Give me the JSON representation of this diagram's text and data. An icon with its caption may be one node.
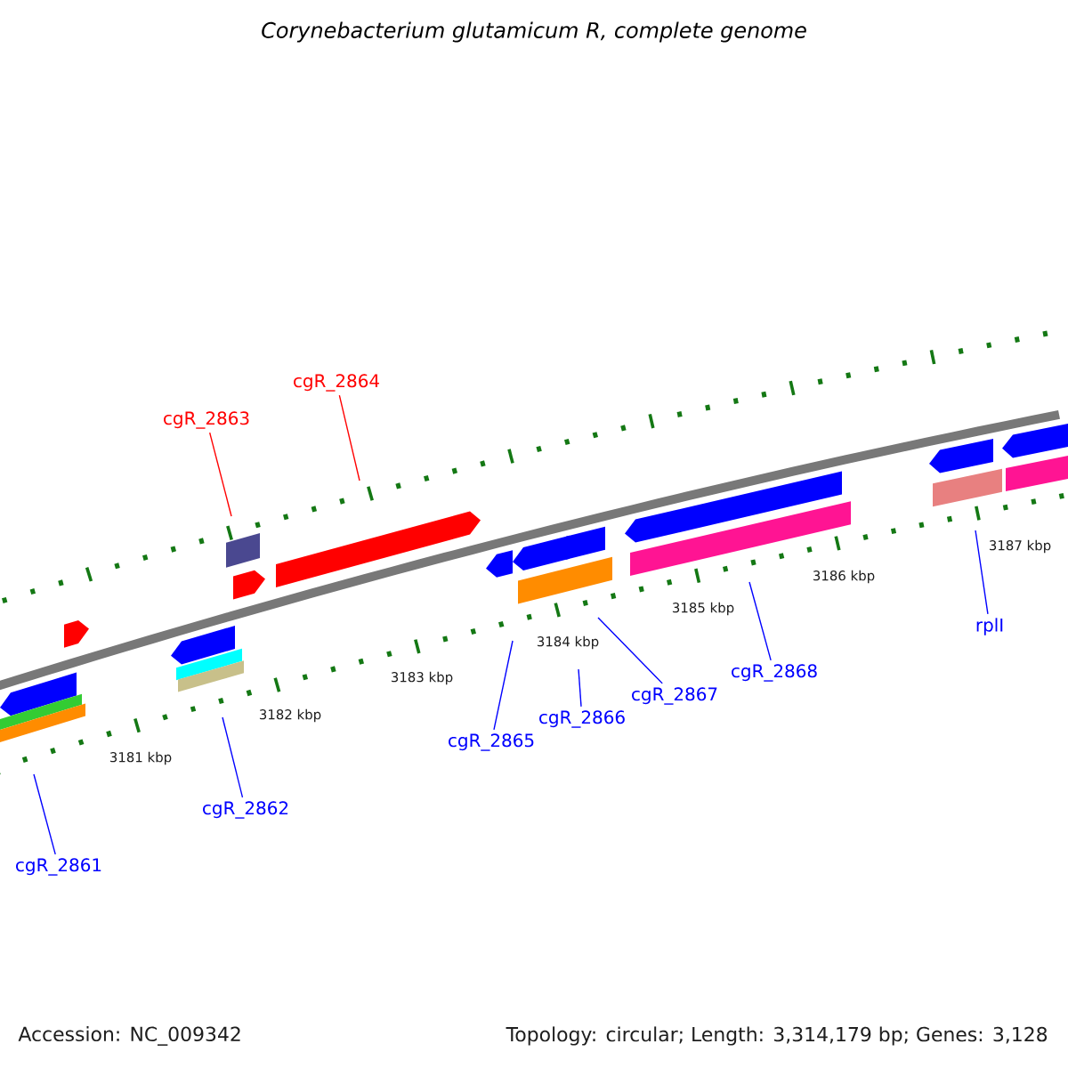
{
  "diagram": {
    "title": "Corynebacterium glutamicum R, complete genome",
    "nodes": [
      {
        "text": [
          "cgR_2864"
        ]
      },
      {
        "text": [
          "cgR_2863"
        ]
      },
      {
        "text": [
          "rplI"
        ]
      },
      {
        "text": [
          "cgR_2868"
        ]
      },
      {
        "text": [
          "cgR_2867"
        ]
      },
      {
        "text": [
          "cgR_2866"
        ]
      },
      {
        "text": [
          "cgR_2865"
        ]
      },
      {
        "text": [
          "cgR_2862"
        ]
      },
      {
        "text": [
          "cgR_2861"
        ]
      }
    ],
    "edges": [
      {
        "from": 0,
        "to": null,
        "arrow": "none",
        "color": "#ff0000"
      },
      {
        "from": 1,
        "to": null,
        "arrow": "none",
        "color": "#ff0000"
      },
      {
        "from": 2,
        "to": null,
        "arrow": "none"
      },
      {
        "from": 3,
        "to": null,
        "arrow": "none"
      },
      {
        "from": 4,
        "to": null,
        "arrow": "none"
      },
      {
        "from": 5,
        "to": null,
        "arrow": "none"
      },
      {
        "from": 6,
        "to": null,
        "arrow": "none"
      },
      {
        "from": 7,
        "to": null,
        "arrow": "none"
      },
      {
        "from": 8,
        "to": null,
        "arrow": "none"
      }
    ],
    "labels": [
      "3187 kbp",
      "3186 kbp",
      "3185 kbp",
      "3184 kbp",
      "3183 kbp",
      "3182 kbp",
      "3181 kbp",
      "Accession: NC_009342",
      "Topology: circular; Length: 3,314,179 bp; Genes: 3,128"
    ]
  }
}
